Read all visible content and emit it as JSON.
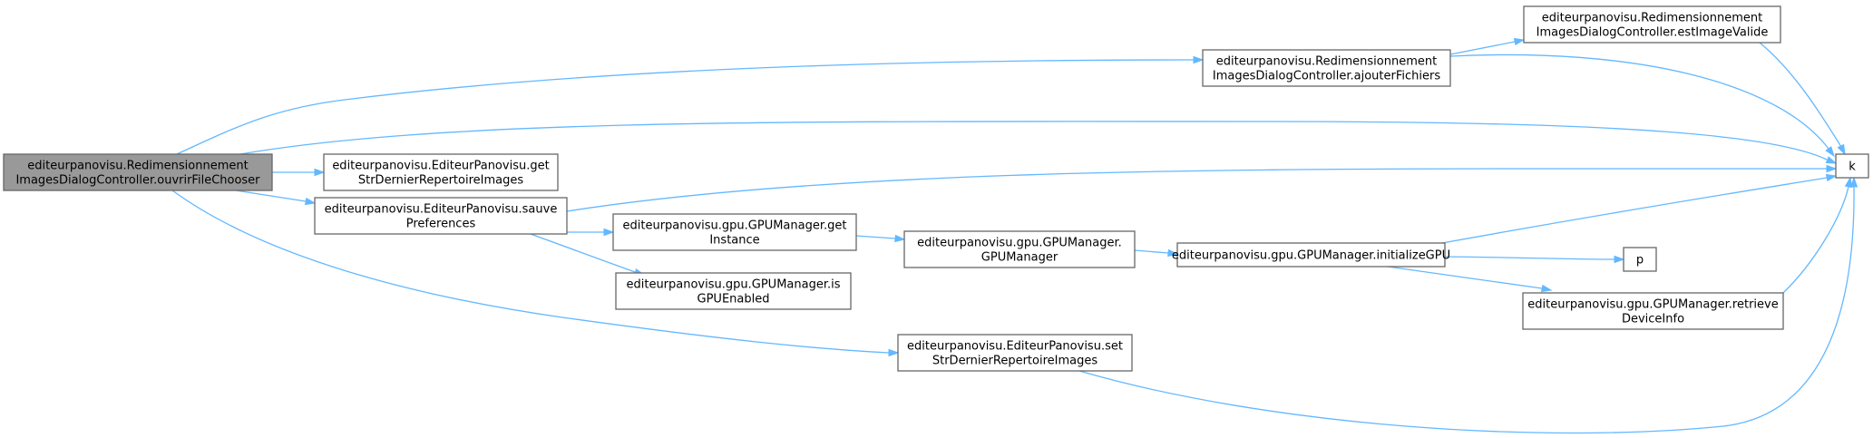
{
  "graph": {
    "accent_color": "#63b8ff",
    "root_fill": "#999999",
    "nodes": {
      "root": {
        "lines": [
          "editeurpanovisu.Redimensionnement",
          "ImagesDialogController.ouvrirFileChooser"
        ]
      },
      "ajouter": {
        "lines": [
          "editeurpanovisu.Redimensionnement",
          "ImagesDialogController.ajouterFichiers"
        ]
      },
      "estImage": {
        "lines": [
          "editeurpanovisu.Redimensionnement",
          "ImagesDialogController.estImageValide"
        ]
      },
      "k": {
        "lines": [
          "k"
        ]
      },
      "getStr": {
        "lines": [
          "editeurpanovisu.EditeurPanovisu.get",
          "StrDernierRepertoireImages"
        ]
      },
      "sauve": {
        "lines": [
          "editeurpanovisu.EditeurPanovisu.sauve",
          "Preferences"
        ]
      },
      "getInst": {
        "lines": [
          "editeurpanovisu.gpu.GPUManager.get",
          "Instance"
        ]
      },
      "isGPU": {
        "lines": [
          "editeurpanovisu.gpu.GPUManager.is",
          "GPUEnabled"
        ]
      },
      "ctor": {
        "lines": [
          "editeurpanovisu.gpu.GPUManager.",
          "GPUManager"
        ]
      },
      "initGPU": {
        "lines": [
          "editeurpanovisu.gpu.GPUManager.initializeGPU"
        ]
      },
      "p": {
        "lines": [
          "p"
        ]
      },
      "retrieve": {
        "lines": [
          "editeurpanovisu.gpu.GPUManager.retrieve",
          "DeviceInfo"
        ]
      },
      "setStr": {
        "lines": [
          "editeurpanovisu.EditeurPanovisu.set",
          "StrDernierRepertoireImages"
        ]
      }
    }
  }
}
